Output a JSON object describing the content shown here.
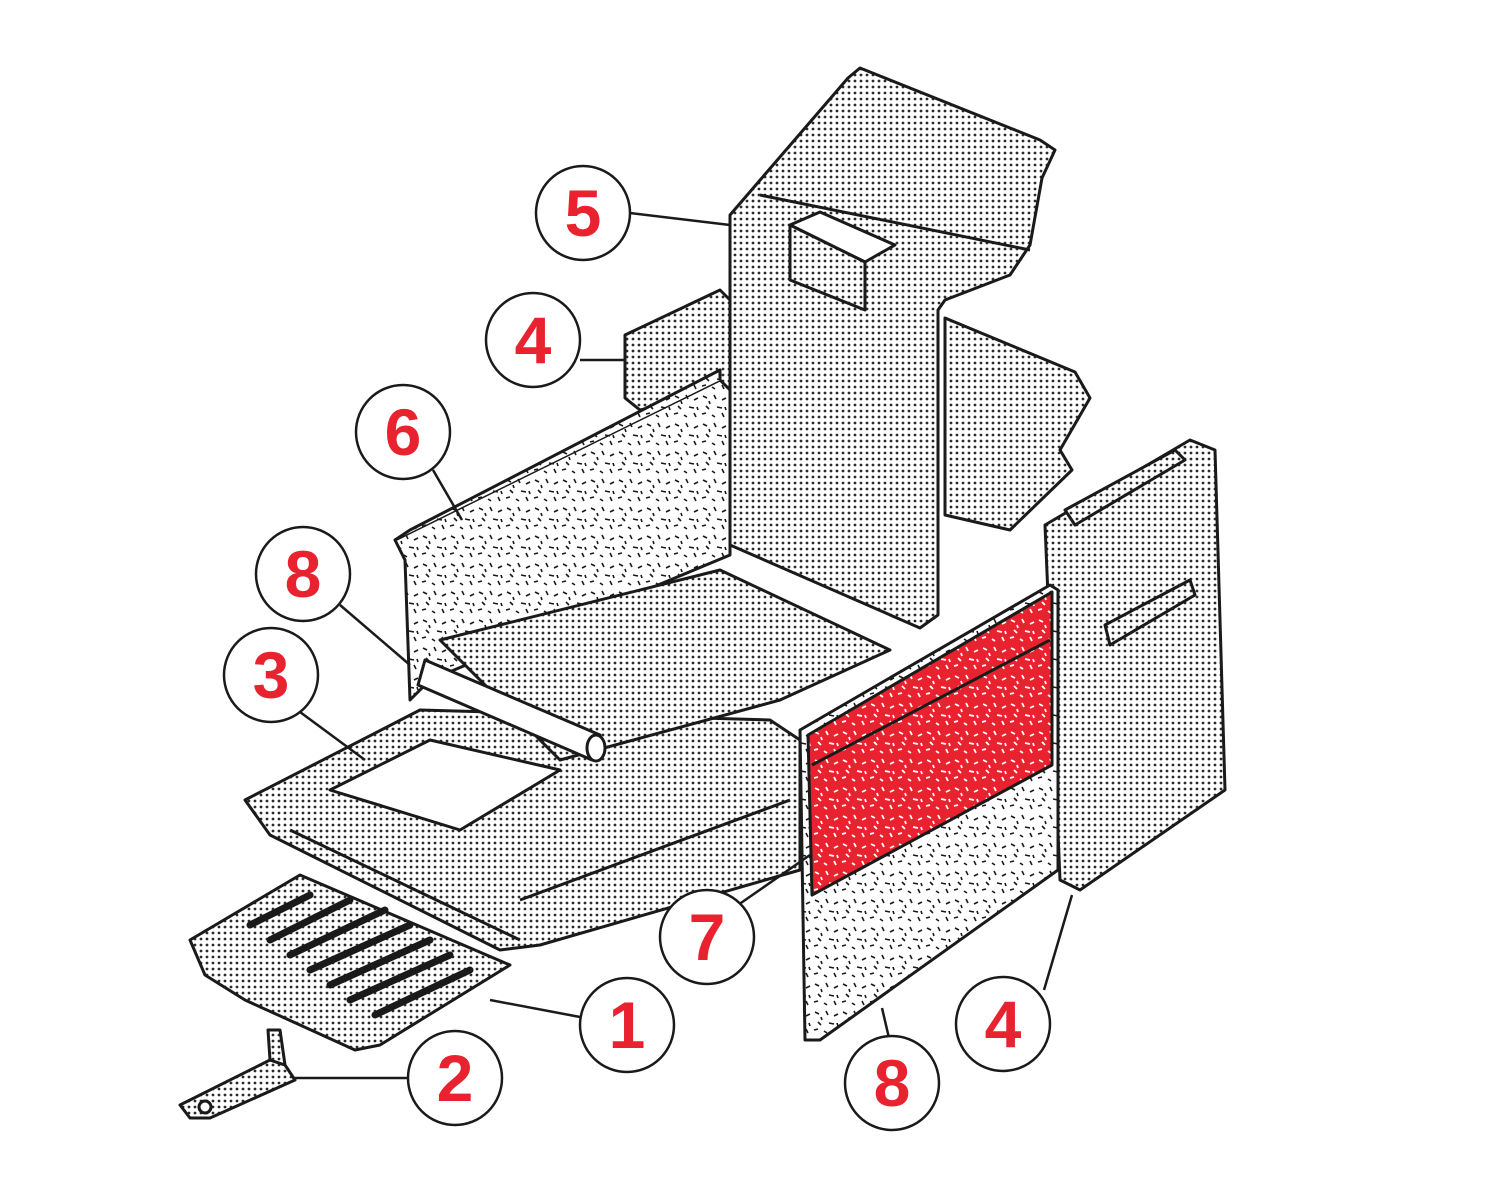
{
  "callouts": [
    {
      "id": "c5",
      "label": "5"
    },
    {
      "id": "c4a",
      "label": "4"
    },
    {
      "id": "c6",
      "label": "6"
    },
    {
      "id": "c8a",
      "label": "8"
    },
    {
      "id": "c3",
      "label": "3"
    },
    {
      "id": "c7",
      "label": "7"
    },
    {
      "id": "c1",
      "label": "1"
    },
    {
      "id": "c2",
      "label": "2"
    },
    {
      "id": "c8b",
      "label": "8"
    },
    {
      "id": "c4b",
      "label": "4"
    }
  ],
  "colors": {
    "label": "#e8232f",
    "highlight": "#e8232f",
    "line": "#1a1a1a",
    "fill_dotted": "#d9d9d9",
    "fill_speckle": "#efefef"
  },
  "parts": [
    "base-tray",
    "ash-lever",
    "grate",
    "side-panel",
    "back-panel",
    "rear-side-panel",
    "front-panel-highlighted",
    "seal-rope"
  ]
}
